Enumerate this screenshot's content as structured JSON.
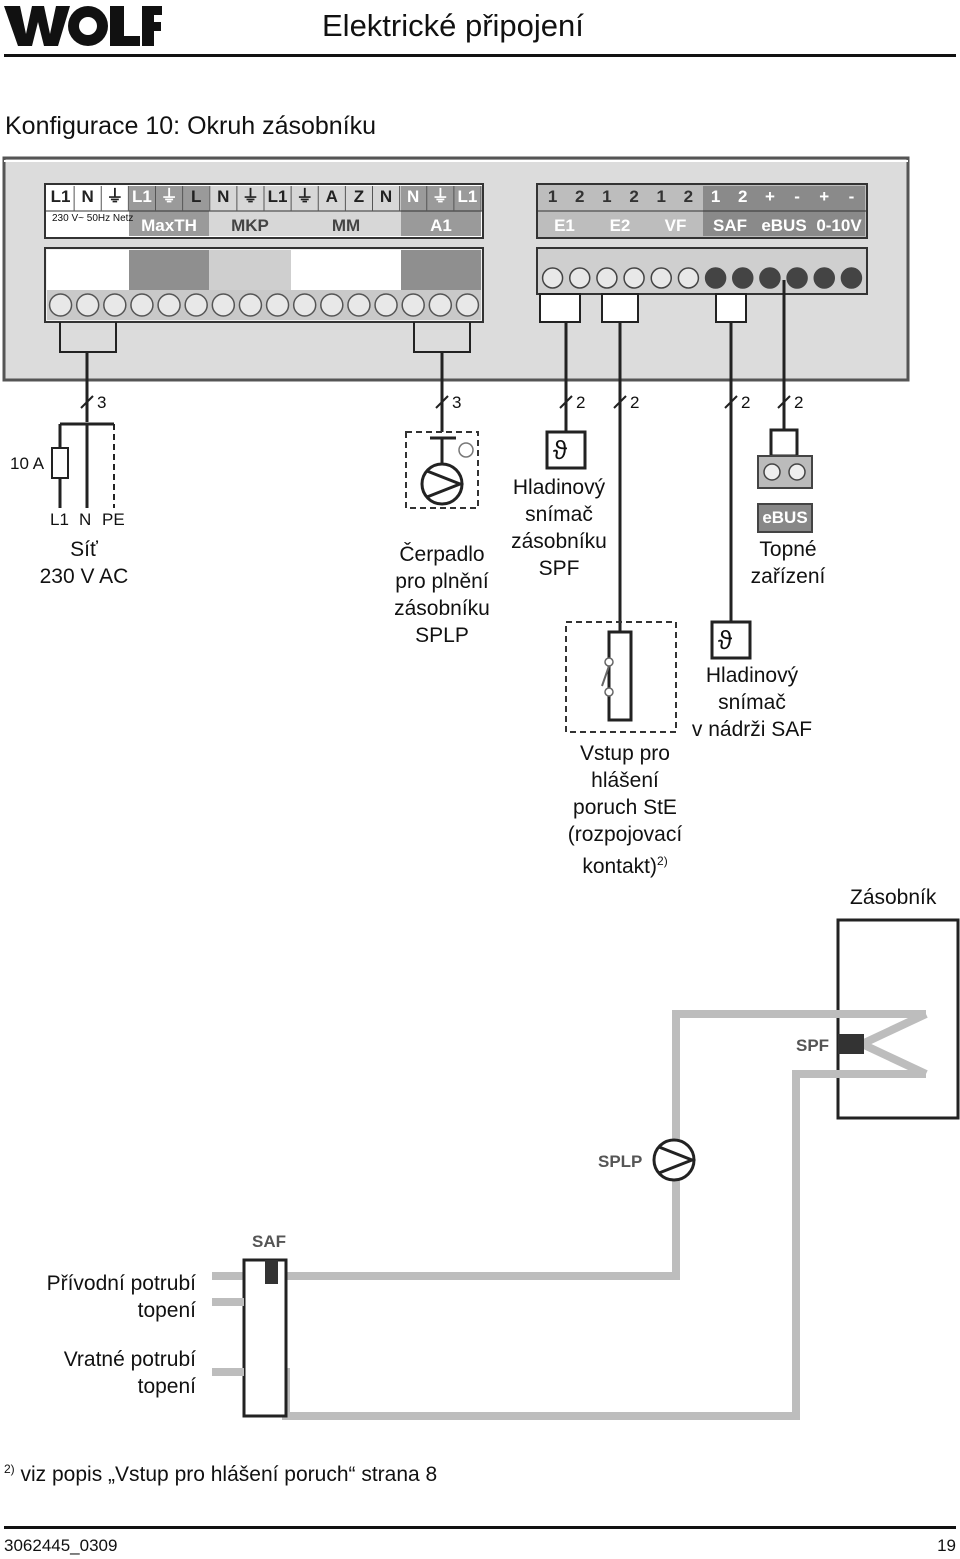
{
  "header": {
    "brand": "WOLF",
    "title": "Elektrické připojení"
  },
  "section_title": "Konfigurace 10: Okruh zásobníku",
  "terminals_left": {
    "pins": [
      "L1",
      "N",
      "⏚",
      "L1",
      "⏚",
      "L",
      "N",
      "⏚",
      "L1",
      "⏚",
      "A",
      "Z",
      "N",
      "N",
      "⏚",
      "L1"
    ],
    "groups": [
      "230 V~ 50Hz Netz",
      "MaxTH",
      "MKP",
      "MM",
      "A1"
    ]
  },
  "terminals_right": {
    "pins": [
      "1",
      "2",
      "1",
      "2",
      "1",
      "2",
      "1",
      "2",
      "+",
      "-",
      "+",
      "-"
    ],
    "groups": [
      "E1",
      "E2",
      "VF",
      "SAF",
      "eBUS",
      "0-10V"
    ]
  },
  "wire_counts": [
    "3",
    "3",
    "2",
    "2",
    "2",
    "2"
  ],
  "fuse": {
    "rating": "10 A",
    "pins": [
      "L1",
      "N",
      "PE"
    ]
  },
  "labels": {
    "sit": [
      "Síť",
      "230 V AC"
    ],
    "cerpadlo": [
      "Čerpadlo",
      "pro plnění",
      "zásobníku",
      "SPLP"
    ],
    "spf_sensor": [
      "Hladinový",
      "snímač",
      "zásobníku",
      "SPF"
    ],
    "topne": [
      "Topné",
      "zařízení"
    ],
    "ebus_tag": "eBUS",
    "saf_sensor": [
      "Hladinový",
      "snímač",
      "v nádrži SAF"
    ],
    "ste_line1": "Vstup pro",
    "ste_line2": "hlášení",
    "ste_line3": "poruch StE",
    "ste_line4": "(rozpojovací",
    "ste_line5": "kontakt)",
    "ste_sup": "2)",
    "zasobnik": "Zásobník",
    "spf_tag": "SPF",
    "splp_tag": "SPLP",
    "saf_tag": "SAF",
    "privodni": [
      "Přívodní potrubí",
      "topení"
    ],
    "vratne": [
      "Vratné potrubí",
      "topení"
    ]
  },
  "footnote": {
    "sup": "2)",
    "text": " viz popis „Vstup pro hlášení poruch“ strana 8"
  },
  "footer": {
    "doc_number": "3062445_0309",
    "page": "19"
  }
}
